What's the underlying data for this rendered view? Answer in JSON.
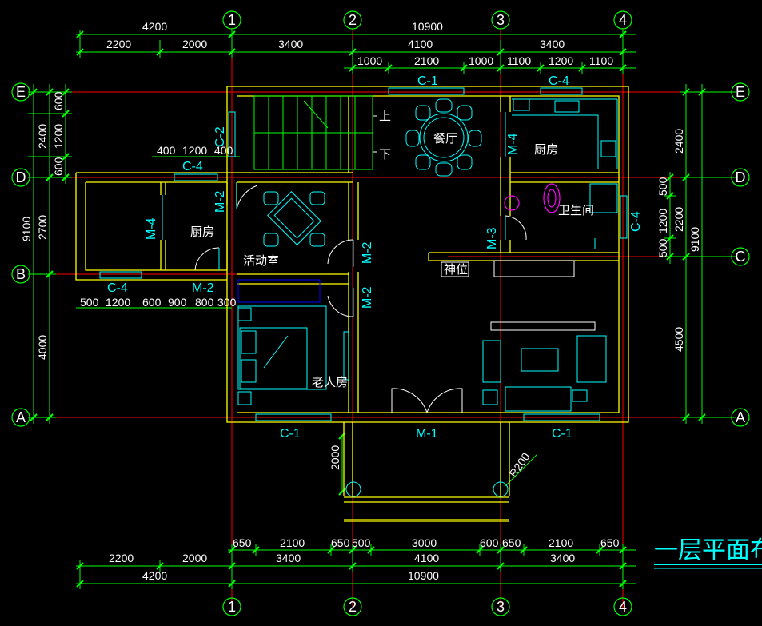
{
  "title": "一层平面布",
  "axes_vertical": [
    "1",
    "2",
    "3",
    "4"
  ],
  "axes_horizontal": [
    "E",
    "D",
    "C",
    "B",
    "A"
  ],
  "dims": {
    "top_row1": [
      "4200",
      "10900"
    ],
    "top_row2": [
      "2200",
      "2000",
      "3400",
      "4100",
      "3400"
    ],
    "top_row3": [
      "1000",
      "2100",
      "1000",
      "1100",
      "1200",
      "1100"
    ],
    "bottom_row1": [
      "650",
      "2100",
      "650",
      "500",
      "3000",
      "600",
      "650",
      "2100",
      "650"
    ],
    "bottom_row2": [
      "2200",
      "2000",
      "3400",
      "4100",
      "3400"
    ],
    "bottom_row3": [
      "4200",
      "10900"
    ],
    "left_outer": [
      "9100"
    ],
    "left_mid": [
      "2400",
      "2700",
      "4000"
    ],
    "left_inner": [
      "600",
      "1200",
      "600"
    ],
    "right_mid": [
      "2400",
      "2200",
      "4500"
    ],
    "right_outer": [
      "9100"
    ],
    "right_inner": [
      "500",
      "1200",
      "500"
    ],
    "kitchen_small": [
      "400",
      "1200",
      "400"
    ],
    "left_wing": [
      "500",
      "1200",
      "600",
      "900",
      "800",
      "300"
    ],
    "porch_depth": "2000",
    "radius": "R200"
  },
  "tags": {
    "c1_top": "C-1",
    "c4_top": "C-4",
    "c2": "C-2",
    "c4_wing_top": "C-4",
    "c4_wing_bottom": "C-4",
    "c4_right": "C-4",
    "m4_kitchen": "M-4",
    "m4_left": "M-4",
    "m2_a": "M-2",
    "m2_b": "M-2",
    "m2_c": "M-2",
    "m2_d": "M-2",
    "m3": "M-3",
    "m1": "M-1",
    "c1_bottom_left": "C-1",
    "c1_bottom_right": "C-1"
  },
  "rooms": {
    "dining": "餐厅",
    "kitchen_right": "厨房",
    "kitchen_left": "厨房",
    "bathroom": "卫生间",
    "activity": "活动室",
    "elder": "老人房",
    "shrine": "神位",
    "stair_up": "上",
    "stair_down": "下"
  },
  "colors": {
    "dim_line": "#00ff00",
    "axis_line": "#ff0000",
    "wall": "#ffff00",
    "furniture": "#00ffff",
    "background": "#000000"
  }
}
